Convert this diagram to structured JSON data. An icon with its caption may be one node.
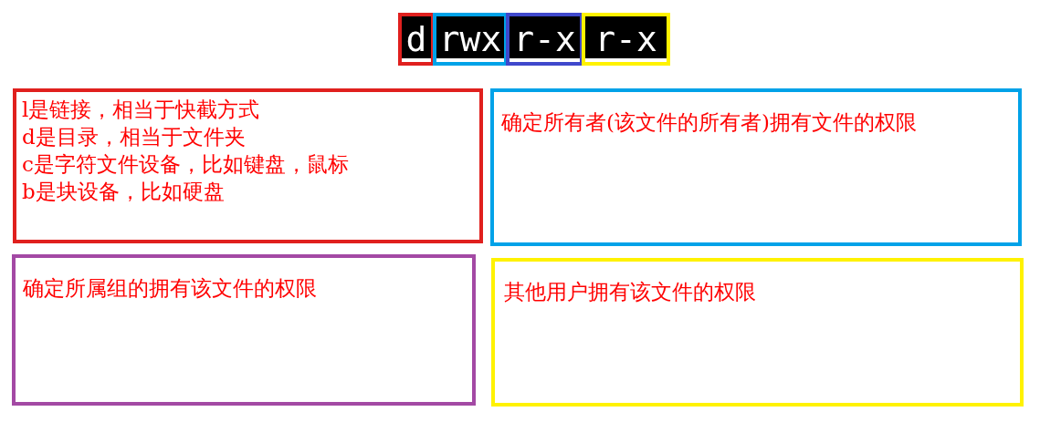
{
  "diagram": {
    "nodes": [
      {
        "text": [
          "d"
        ]
      },
      {
        "text": [
          "rwx"
        ]
      },
      {
        "text": [
          "r-x"
        ]
      },
      {
        "text": [
          "r-x"
        ]
      },
      {
        "text": [
          "l是链接，相当于快截方式",
          "d是目录，相当于文件夹",
          "c是字符文件设备，比如键盘，鼠标",
          "b是块设备，比如硬盘"
        ]
      },
      {
        "text": [
          "确定所有者(该文件的所有者)拥有文件的权限"
        ]
      },
      {
        "text": [
          "确定所属组的拥有该文件的权限"
        ]
      },
      {
        "text": [
          "其他用户拥有该文件的权限"
        ]
      }
    ]
  }
}
